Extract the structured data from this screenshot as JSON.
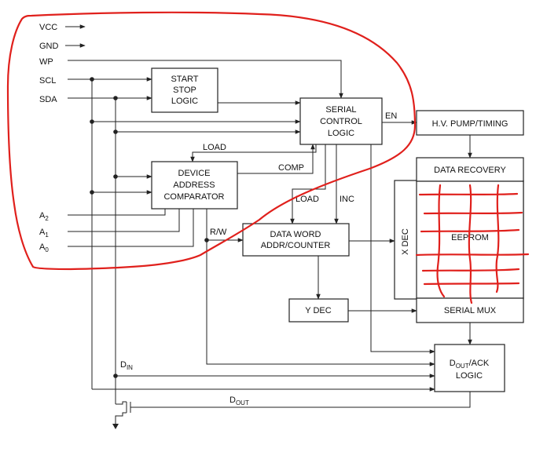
{
  "pins": {
    "vcc": "VCC",
    "gnd": "GND",
    "wp": "WP",
    "scl": "SCL",
    "sda": "SDA",
    "a2": "A",
    "a2_sub": "2",
    "a1": "A",
    "a1_sub": "1",
    "a0": "A",
    "a0_sub": "0"
  },
  "blocks": {
    "start_stop_logic": [
      "START",
      "STOP",
      "LOGIC"
    ],
    "serial_control_logic": [
      "SERIAL",
      "CONTROL",
      "LOGIC"
    ],
    "device_address_comparator": [
      "DEVICE",
      "ADDRESS",
      "COMPARATOR"
    ],
    "hv_pump_timing": "H.V. PUMP/TIMING",
    "data_recovery": "DATA RECOVERY",
    "eeprom": "EEPROM",
    "x_dec": "X DEC",
    "data_word_addr_counter": [
      "DATA WORD",
      "ADDR/COUNTER"
    ],
    "y_dec": "Y DEC",
    "serial_mux": "SERIAL MUX",
    "dout_ack_logic_prefix": "D",
    "dout_ack_logic_sub": "OUT",
    "dout_ack_logic_suffix": "/ACK",
    "dout_ack_logic_line2": "LOGIC"
  },
  "signals": {
    "en": "EN",
    "load_top": "LOAD",
    "comp": "COMP",
    "load_mid": "LOAD",
    "inc": "INC",
    "rw": "R/W",
    "din": "D",
    "din_sub": "IN",
    "dout": "D",
    "dout_sub": "OUT"
  },
  "annotation": {
    "color": "#e0201c"
  }
}
